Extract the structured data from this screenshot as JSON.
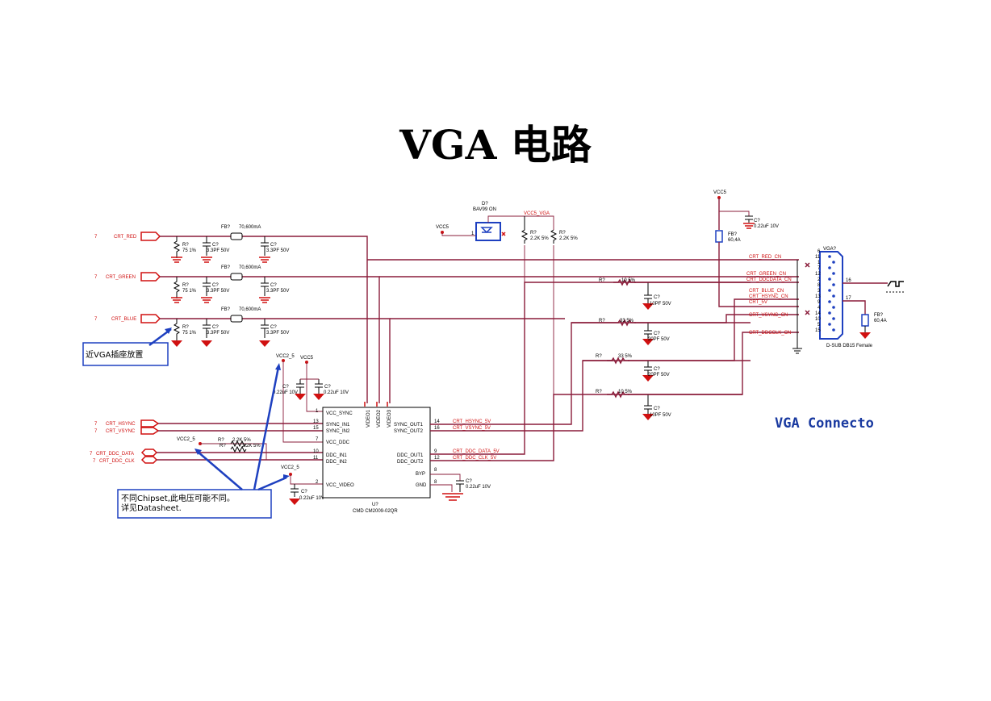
{
  "title": "VGA 电路",
  "big_label": "VGA Connecto",
  "notes": {
    "connector_note": "近VGA插座放置",
    "chipset_line1": "不同Chipset,此电压可能不同。",
    "chipset_line2": "详见Datasheet."
  },
  "ports": {
    "red": "CRT_RED",
    "green": "CRT_GREEN",
    "blue": "CRT_BLUE",
    "hsync": "CRT_HSYNC",
    "vsync": "CRT_VSYNC",
    "ddc_data": "CRT_DDC_DATA",
    "ddc_clk": "CRT_DDC_CLK",
    "sheet_num": "7"
  },
  "input_parts": {
    "fb": "FB?",
    "fb_value": "70,600mA",
    "r": "R?",
    "r_value": "75 1%",
    "c": "C?",
    "c_value": "3.3PF 50V"
  },
  "power": {
    "vcc5": "VCC5",
    "vcc2_5": "VCC2_5",
    "vcc5_vga": "VCC5_VGA",
    "cap": "C?",
    "cap_value": "0.22uF 10V"
  },
  "diode": {
    "ref": "D?",
    "part": "BAV99 ON"
  },
  "pullups": {
    "ref": "R?",
    "value": "2.2K 5%"
  },
  "sync_res": {
    "ref": "R?",
    "value": "2.2K 5%"
  },
  "series_res": [
    {
      "ref": "R?",
      "value": "10 5%"
    },
    {
      "ref": "R?",
      "value": "33 5%"
    },
    {
      "ref": "R?",
      "value": "33 5%"
    },
    {
      "ref": "R?",
      "value": "10 5%"
    }
  ],
  "shunt_caps": {
    "ref": "C?",
    "value1": "10PF 50V",
    "value2": "20PF 50V"
  },
  "ic": {
    "ref": "U?",
    "part": "CMD CM2009-02QR",
    "left_pins": [
      "VCC_SYNC",
      "SYNC_IN1",
      "SYNC_IN2",
      "VCC_DDC",
      "DDC_IN1",
      "DDC_IN2",
      "VCC_VIDEO"
    ],
    "left_nums": [
      "1",
      "13",
      "15",
      "7",
      "10",
      "11",
      "2"
    ],
    "right_pins": [
      "SYNC_OUT1",
      "SYNC_OUT2",
      "DDC_OUT1",
      "DDC_OUT2",
      "BYP",
      "GND"
    ],
    "right_nums": [
      "14",
      "16",
      "9",
      "12",
      "8",
      "8"
    ],
    "top_pins": [
      "VIDEO1",
      "VIDEO2",
      "VIDEO3"
    ]
  },
  "out_nets": {
    "hsync": "CRT_HSYNC_5V",
    "vsync": "CRT_VSYNC_5V",
    "ddc_data": "CRT_DDC_DATA_5V",
    "ddc_clk": "CRT_DDC_CLK_5V"
  },
  "connector": {
    "ref": "VGA?",
    "part": "D-SUB DB15 Female",
    "nets": [
      "CRT_RED_CN",
      "CRT_GREEN_CN",
      "CRT_DDCDATA_CN",
      "CRT_BLUE_CN",
      "CRT_HSYNC_CN",
      "CRT_5V",
      "CRT_VSYNC_CN",
      "CRT_DDCCLK_CN"
    ],
    "pins": [
      "6",
      "11",
      "1",
      "7",
      "12",
      "2",
      "8",
      "3",
      "13",
      "9",
      "4",
      "14",
      "10",
      "5",
      "15"
    ],
    "shell_pins": [
      "16",
      "17"
    ],
    "fb_ref": "FB?",
    "fb_value": "60,4A"
  }
}
